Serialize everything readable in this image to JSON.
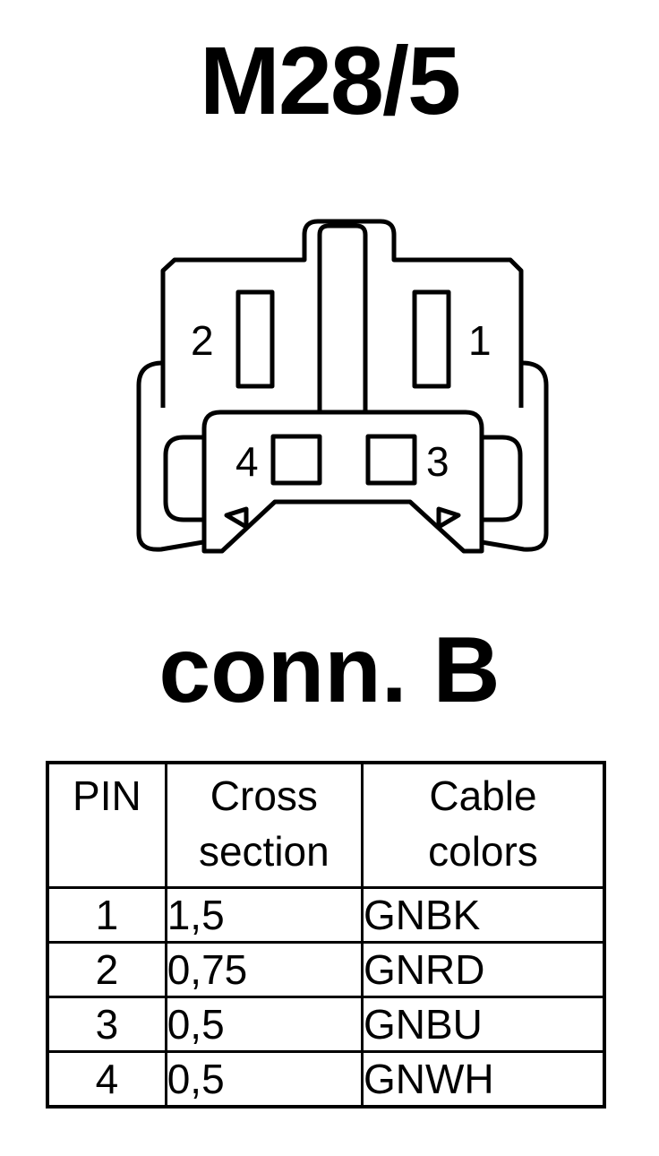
{
  "diagram": {
    "title": "M28/5",
    "subtitle": "conn. B",
    "pin_labels": {
      "pin1": "1",
      "pin2": "2",
      "pin3": "3",
      "pin4": "4"
    }
  },
  "table": {
    "headers": {
      "pin": "PIN",
      "cross_line1": "Cross",
      "cross_line2": "section",
      "color_line1": "Cable",
      "color_line2": "colors"
    },
    "rows": [
      {
        "pin": "1",
        "cross": "1,5",
        "color": "GNBK"
      },
      {
        "pin": "2",
        "cross": "0,75",
        "color": "GNRD"
      },
      {
        "pin": "3",
        "cross": "0,5",
        "color": "GNBU"
      },
      {
        "pin": "4",
        "cross": "0,5",
        "color": "GNWH"
      }
    ]
  }
}
